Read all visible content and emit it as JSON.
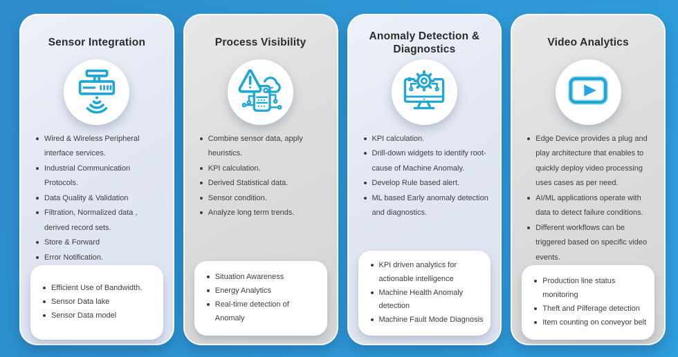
{
  "colors": {
    "background_left": "#2e8cca",
    "background_right": "#2f9edd",
    "card_blue_fill": "#dfe5f2",
    "card_gray_fill": "#d9d9d9",
    "icon_stroke": "#1ea6d4",
    "play_fill": "#2aa4e0",
    "title_text": "#2b2b2b",
    "body_text": "#3d3d3d",
    "box_background": "#ffffff"
  },
  "cards": [
    {
      "title": "Sensor Integration",
      "icon": "sensor-gateway-icon",
      "theme": "blue",
      "bullets": [
        "Wired & Wireless Peripheral interface services.",
        "Industrial Communication Protocols.",
        "Data Quality & Validation",
        "Filtration, Normalized data , derived record sets.",
        "Store & Forward",
        "Error Notification."
      ],
      "box_bullets": [
        "Efficient Use of Bandwidth.",
        "Sensor Data lake",
        "Sensor Data model"
      ]
    },
    {
      "title": "Process Visibility",
      "icon": "alert-cloud-server-icon",
      "theme": "gray",
      "bullets": [
        "Combine sensor data, apply heuristics.",
        "KPI calculation.",
        "Derived Statistical data.",
        "Sensor condition.",
        "Analyze long term trends."
      ],
      "box_bullets": [
        "Situation Awareness",
        "Energy Analytics",
        "Real-time detection of Anomaly"
      ]
    },
    {
      "title": "Anomaly Detection & Diagnostics",
      "icon": "monitor-gear-icon",
      "theme": "blue",
      "bullets": [
        "KPI calculation.",
        "Drill-down widgets to identify root-cause of Machine Anomaly.",
        "Develop Rule based alert.",
        "ML based Early anomaly detection and diagnostics."
      ],
      "box_bullets": [
        "KPI driven analytics for actionable intelligence",
        "Machine Health Anomaly detection",
        "Machine Fault Mode Diagnosis"
      ]
    },
    {
      "title": "Video Analytics",
      "icon": "video-play-icon",
      "theme": "gray",
      "bullets": [
        "Edge Device  provides a plug and play architecture that enables to quickly deploy video processing uses cases as per need.",
        "AI/ML applications operate with data to detect failure conditions.",
        "Different workflows can be triggered based on specific video events.",
        ""
      ],
      "box_bullets": [
        "Production line status monitoring",
        "Theft and Pilferage detection",
        "Item counting on conveyor belt"
      ]
    }
  ]
}
